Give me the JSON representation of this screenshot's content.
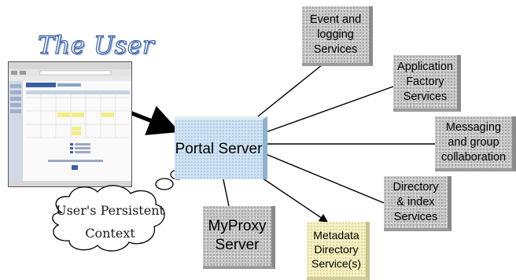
{
  "diagram": {
    "title": "The User",
    "portal_label": "Portal Server",
    "cloud_label": {
      "line1": "User's Persistent",
      "line2": "Context"
    },
    "myproxy_label": "MyProxy\nServer",
    "metadata_label": "Metadata\nDirectory\nService(s)",
    "services": [
      {
        "label": "Event and\nlogging\nServices"
      },
      {
        "label": "Application\nFactory\nServices"
      },
      {
        "label": "Messaging\nand group\ncollaboration"
      },
      {
        "label": "Directory\n& index\nServices"
      }
    ]
  }
}
